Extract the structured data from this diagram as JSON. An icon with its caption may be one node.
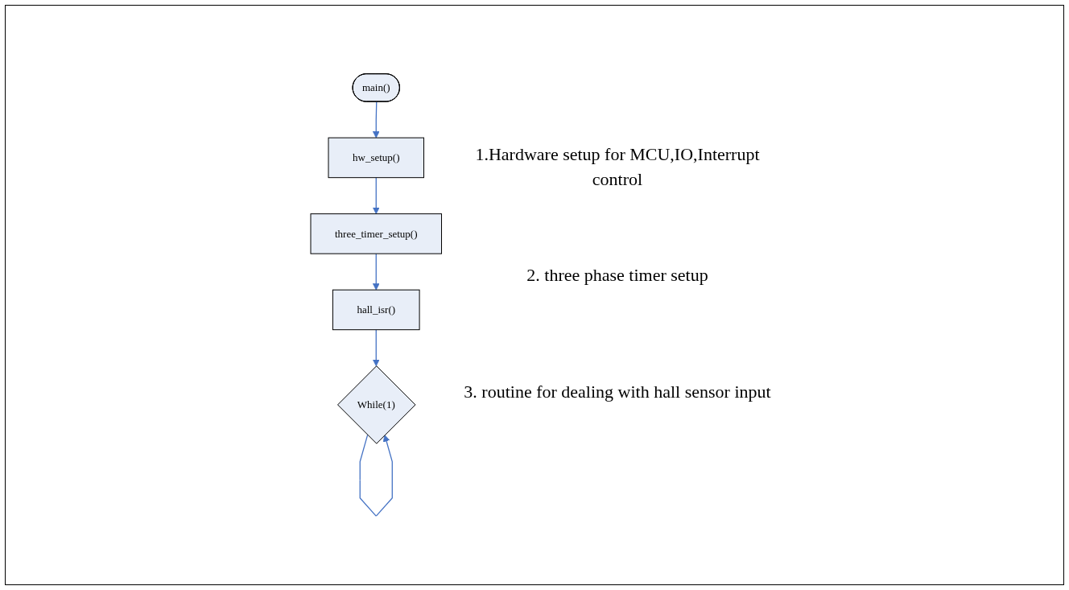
{
  "diagram": {
    "nodes": [
      {
        "text": [
          "main()"
        ]
      },
      {
        "text": [
          "hw_setup()"
        ]
      },
      {
        "text": [
          "three_timer_setup()"
        ]
      },
      {
        "text": [
          "hall_isr()"
        ]
      },
      {
        "text": [
          "While(1)"
        ]
      }
    ],
    "edges": [
      {
        "from": 0,
        "to": 1,
        "arrow": "to"
      },
      {
        "from": 1,
        "to": 2,
        "arrow": "to"
      },
      {
        "from": 2,
        "to": 3,
        "arrow": "to"
      },
      {
        "from": 3,
        "to": 4,
        "arrow": "to"
      },
      {
        "from": 4,
        "to": 4,
        "arrow": "to"
      }
    ],
    "labels": [
      "1.Hardware setup for MCU,IO,Interrupt control",
      "2. three phase timer setup",
      "3. routine for dealing with hall sensor input"
    ]
  }
}
